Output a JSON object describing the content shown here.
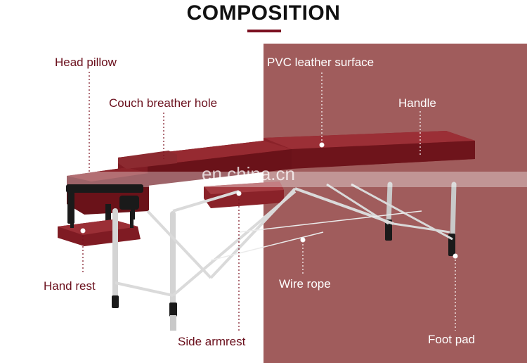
{
  "title": "COMPOSITION",
  "labels": {
    "head_pillow": "Head pillow",
    "couch_breather_hole": "Couch breather hole",
    "pvc_leather_surface": "PVC leather surface",
    "handle": "Handle",
    "hand_rest": "Hand rest",
    "wire_rope": "Wire rope",
    "side_armrest": "Side armrest",
    "foot_pad": "Foot pad"
  },
  "watermark": "en.china.cn",
  "colors": {
    "accent": "#7b1020",
    "panel": "#a05c5c",
    "leather": "#7a1a22",
    "label_dark": "#6a0f1c"
  }
}
